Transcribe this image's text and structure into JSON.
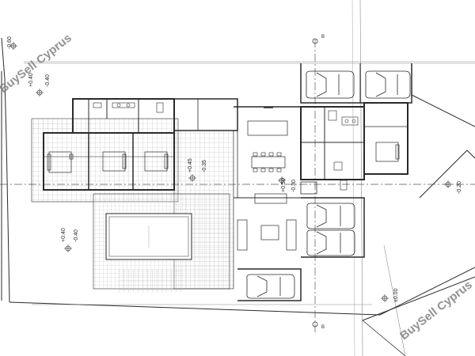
{
  "labels": {
    "level_left_top": "-0.60",
    "level_plus_040_a": "+0.40",
    "level_minus_040_a": "-0.40",
    "level_plus_045": "+0.45",
    "level_minus_035": "-0.35",
    "level_plus_050": "+0.50",
    "level_minus_030": "-0.30",
    "level_minus_020": "-0.20",
    "level_plus_040_b": "+0.40",
    "level_minus_040_b": "-0.40",
    "level_zero": "±0.00",
    "section_marker_top": "B",
    "section_marker_bottom": "B"
  },
  "watermark": {
    "text": "BuySell Cyprus"
  },
  "colors": {
    "line": "#2a2a2a",
    "light_line": "#8a8a8a",
    "tile": "#b8b8b8",
    "dash": "#555555",
    "watermark": "#7d7d7d"
  }
}
